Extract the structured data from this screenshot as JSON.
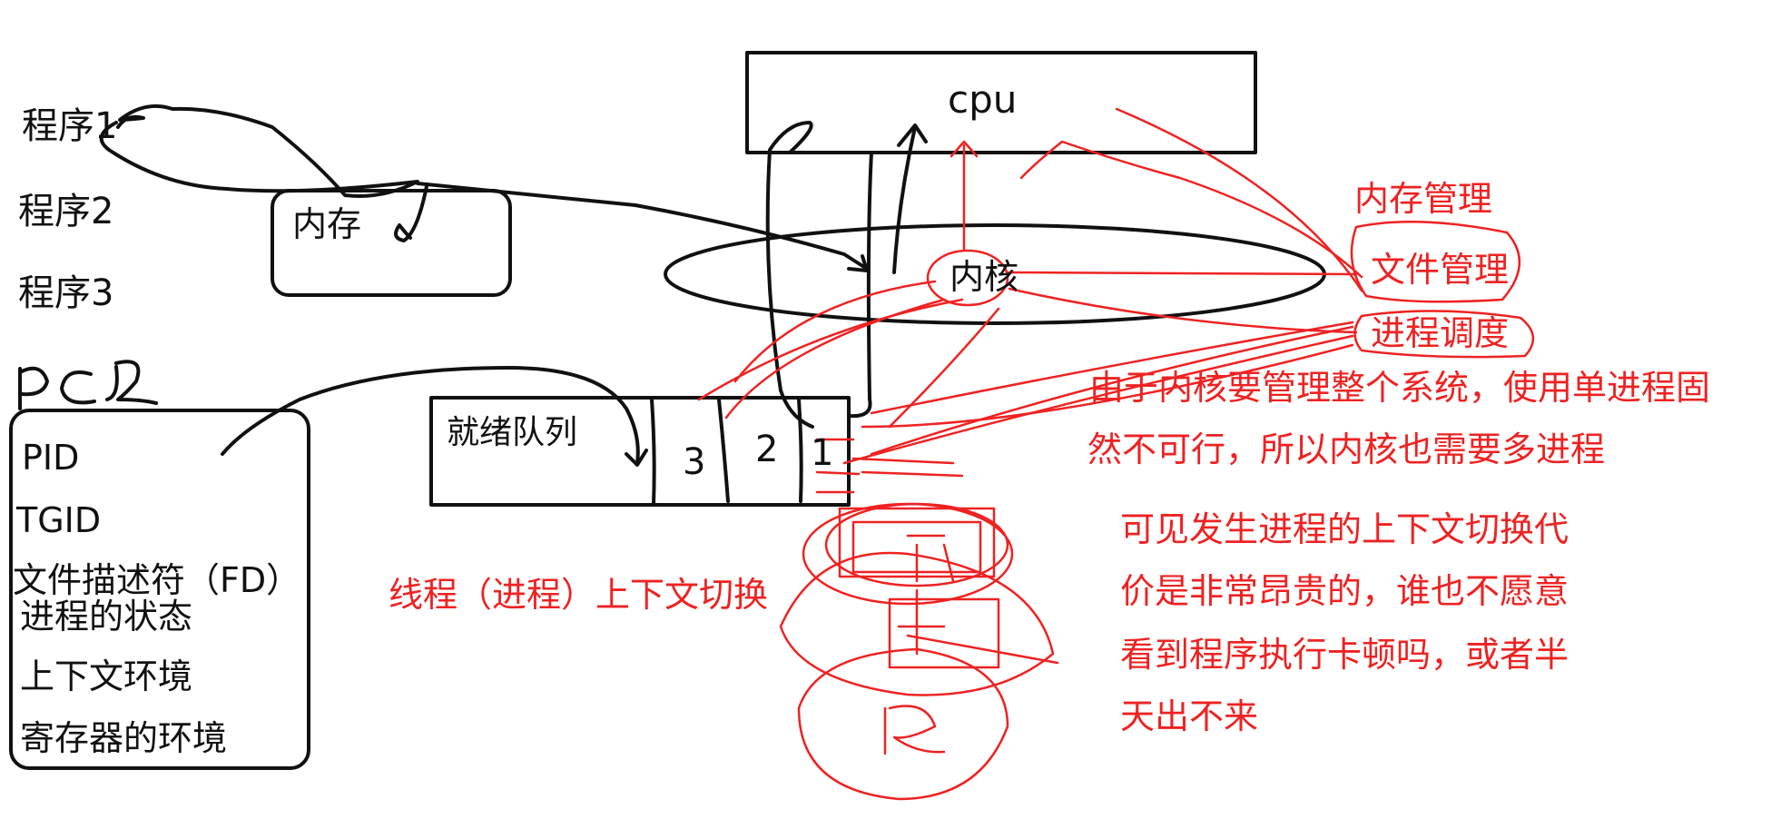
{
  "programs": [
    "程序1",
    "程序2",
    "程序3"
  ],
  "memory_label": "内存",
  "cpu_label": "cpu",
  "kernel_label": "内核",
  "ready_queue": {
    "label": "就绪队列",
    "slots": [
      "3",
      "2",
      "1"
    ]
  },
  "pcb": {
    "title": "PCB",
    "fields": [
      "PID",
      "TGID",
      "文件描述符（FD）",
      "进程的状态",
      "上下文环境",
      "寄存器的环境"
    ]
  },
  "kernel_functions": [
    "内存管理",
    "文件管理",
    "进程调度"
  ],
  "context_switch_label": "线程（进程）上下文切换",
  "notes": {
    "multi_process": [
      "由于内核要管理整个系统，使用单进程固",
      "然不可行，所以内核也需要多进程"
    ],
    "cost": [
      "可见发生进程的上下文切换代",
      "价是非常昂贵的，谁也不愿意",
      "看到程序执行卡顿吗，或者半",
      "天出不来"
    ]
  },
  "colors": {
    "ink": "#111111",
    "annotation": "#ee2222",
    "background": "#ffffff"
  }
}
